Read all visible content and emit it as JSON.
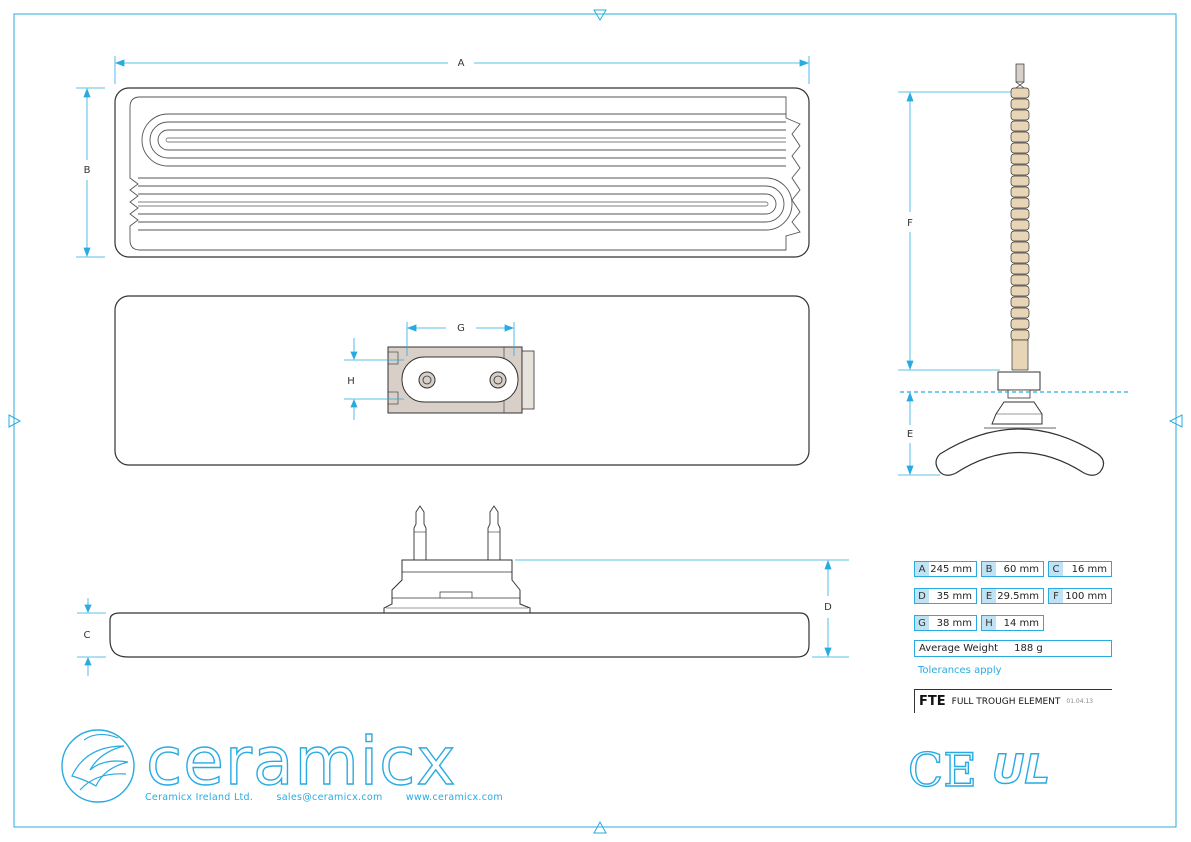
{
  "dimensions": {
    "labels": {
      "a": "A",
      "b": "B",
      "c": "C",
      "d": "D",
      "e": "E",
      "f": "F",
      "g": "G",
      "h": "H"
    }
  },
  "specs": [
    {
      "key": "A",
      "value": "245 mm"
    },
    {
      "key": "B",
      "value": "60 mm"
    },
    {
      "key": "C",
      "value": "16 mm"
    },
    {
      "key": "D",
      "value": "35 mm"
    },
    {
      "key": "E",
      "value": "29.5mm"
    },
    {
      "key": "F",
      "value": "100 mm"
    },
    {
      "key": "G",
      "value": "38 mm"
    },
    {
      "key": "H",
      "value": "14 mm"
    }
  ],
  "weight": {
    "label": "Average Weight",
    "value": "188 g"
  },
  "tolerances": "Tolerances apply",
  "title_block": {
    "code": "FTE",
    "name": "FULL TROUGH ELEMENT",
    "date": "01.04.13"
  },
  "brand": {
    "name": "ceramicx",
    "company": "Ceramicx Ireland Ltd.",
    "email": "sales@ceramicx.com",
    "website": "www.ceramicx.com"
  },
  "certifications": {
    "ce": "CE",
    "ul": "UL"
  },
  "colors": {
    "accent": "#29abe2",
    "line": "#333333",
    "ceramic": "#e8d5b5",
    "metal": "#d8d0c8"
  }
}
